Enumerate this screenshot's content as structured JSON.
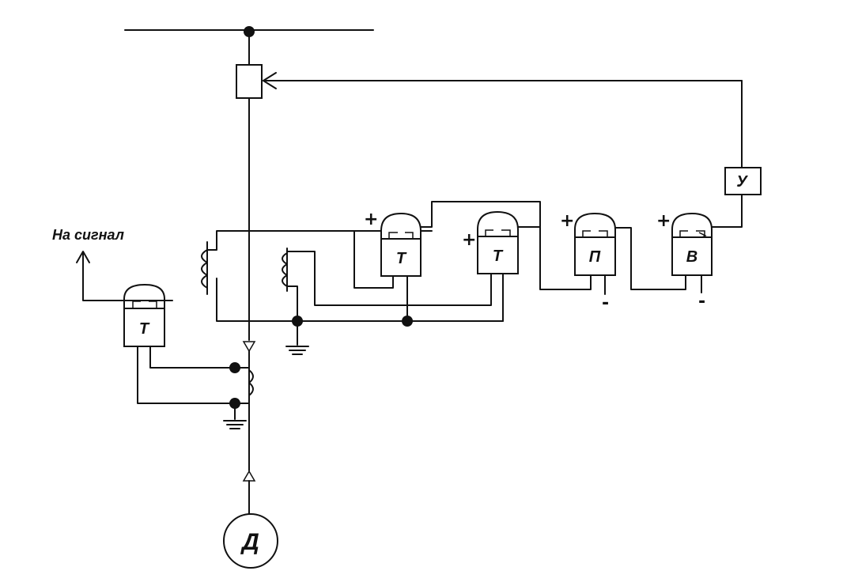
{
  "labels": {
    "signal_output": "На сигнал",
    "motor": "Д",
    "amplifier": "У",
    "relay_t_left": "Т",
    "relay_t_1": "Т",
    "relay_t_2": "Т",
    "relay_p": "П",
    "relay_v": "В",
    "plus": "+",
    "minus": "-"
  },
  "icons": {
    "arrow": "arrow-up-icon",
    "ground": "ground-icon",
    "coil": "coil-icon"
  },
  "colors": {
    "line": "#111111",
    "background": "#ffffff"
  }
}
